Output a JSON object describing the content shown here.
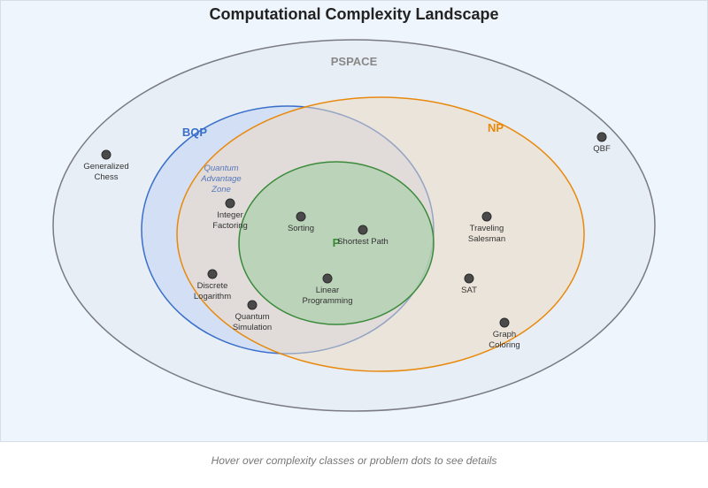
{
  "title": "Computational Complexity Landscape",
  "hint": "Hover over complexity classes or problem dots to see details",
  "classes": {
    "pspace": {
      "label": "PSPACE",
      "color": "#888888"
    },
    "bqp": {
      "label": "BQP",
      "color": "#3a6fc9"
    },
    "np": {
      "label": "NP",
      "color": "#e8890c"
    },
    "p": {
      "label": "P",
      "color": "#3a8a3a"
    }
  },
  "zone": {
    "lines": [
      "Quantum",
      "Advantage",
      "Zone"
    ]
  },
  "problems": [
    {
      "id": "generalized-chess",
      "lines": [
        "Generalized",
        "Chess"
      ]
    },
    {
      "id": "qbf",
      "lines": [
        "QBF"
      ]
    },
    {
      "id": "integer-factoring",
      "lines": [
        "Integer",
        "Factoring"
      ]
    },
    {
      "id": "sorting",
      "lines": [
        "Sorting"
      ]
    },
    {
      "id": "shortest-path",
      "lines": [
        "Shortest Path"
      ]
    },
    {
      "id": "traveling-salesman",
      "lines": [
        "Traveling",
        "Salesman"
      ]
    },
    {
      "id": "discrete-logarithm",
      "lines": [
        "Discrete",
        "Logarithm"
      ]
    },
    {
      "id": "linear-programming",
      "lines": [
        "Linear",
        "Programming"
      ]
    },
    {
      "id": "sat",
      "lines": [
        "SAT"
      ]
    },
    {
      "id": "quantum-simulation",
      "lines": [
        "Quantum",
        "Simulation"
      ]
    },
    {
      "id": "graph-coloring",
      "lines": [
        "Graph",
        "Coloring"
      ]
    }
  ]
}
